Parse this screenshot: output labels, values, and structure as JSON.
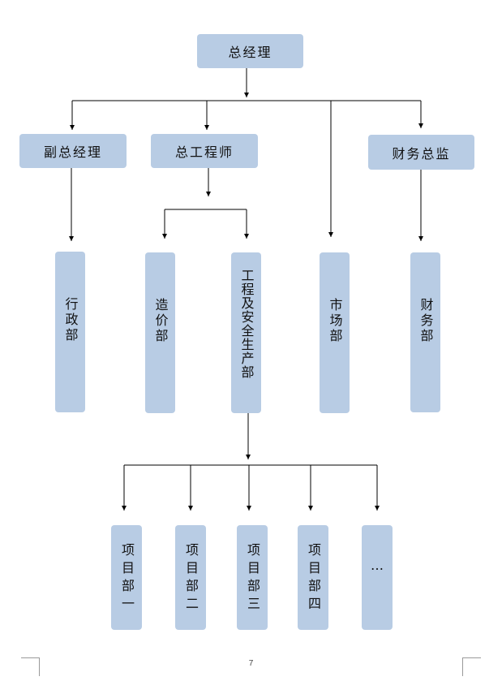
{
  "org_chart": {
    "ceo": "总经理",
    "level1": {
      "vice_gm": "副总经理",
      "chief_engineer": "总工程师",
      "finance_director": "财务总监"
    },
    "departments": {
      "admin": "行政部",
      "costing": "造价部",
      "engineering_safety": "工程及安全生产部",
      "market": "市场部",
      "finance": "财务部"
    },
    "projects": [
      "项目部一",
      "项目部二",
      "项目部三",
      "项目部四",
      "…"
    ]
  },
  "page": {
    "number": "7"
  },
  "colors": {
    "box_fill": "#b8cce4",
    "line": "#000000"
  }
}
